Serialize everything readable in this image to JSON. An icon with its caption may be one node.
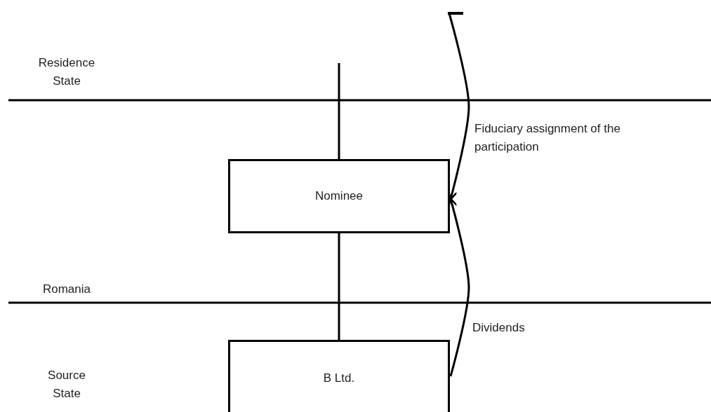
{
  "diagram": {
    "nodes": [
      {
        "text": [
          "Nominee"
        ]
      },
      {
        "text": [
          "B Ltd."
        ]
      }
    ],
    "edges": [
      {
        "from": null,
        "to": 0,
        "arrow": "none"
      },
      {
        "from": 0,
        "to": 1,
        "arrow": "none"
      },
      {
        "from": null,
        "to": 0,
        "arrow": "to",
        "label": "Fiduciary assignment of the participation"
      },
      {
        "from": 1,
        "to": 0,
        "arrow": "to",
        "label": "Dividends"
      }
    ],
    "labels": [
      "Residence State",
      "Romania",
      "Source State"
    ]
  }
}
